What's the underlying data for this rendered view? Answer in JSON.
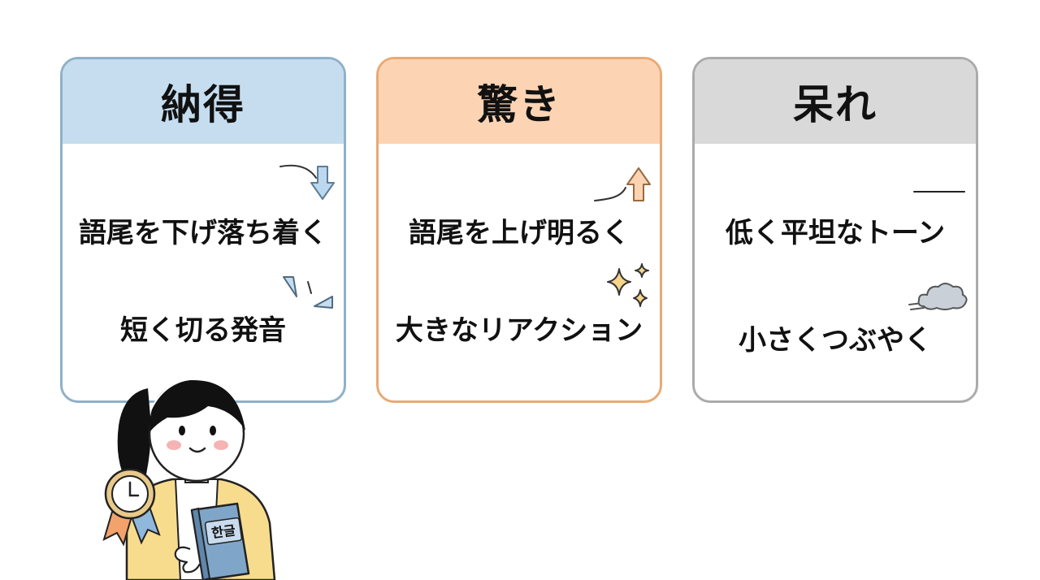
{
  "cards": [
    {
      "title": "納得",
      "lines": [
        "語尾を下げ落ち着く",
        "短く切る発音"
      ],
      "accent": "#8fb1c8",
      "header_color": "#c5ddef",
      "icons": [
        "arrow-down-icon",
        "emphasis-lines-icon"
      ]
    },
    {
      "title": "驚き",
      "lines": [
        "語尾を上げ明るく",
        "大きなリアクション"
      ],
      "accent": "#e9aa74",
      "header_color": "#fcd4b3",
      "icons": [
        "arrow-up-icon",
        "sparkle-icon"
      ]
    },
    {
      "title": "呆れ",
      "lines": [
        "低く平坦なトーン",
        "小さくつぶやく"
      ],
      "accent": "#ababab",
      "header_color": "#d9d9d9",
      "icons": [
        "flat-line-icon",
        "cloud-icon"
      ]
    }
  ],
  "book_label": "한글",
  "illustration_icons": [
    "girl-character",
    "clock-badge-icon",
    "book-icon"
  ]
}
